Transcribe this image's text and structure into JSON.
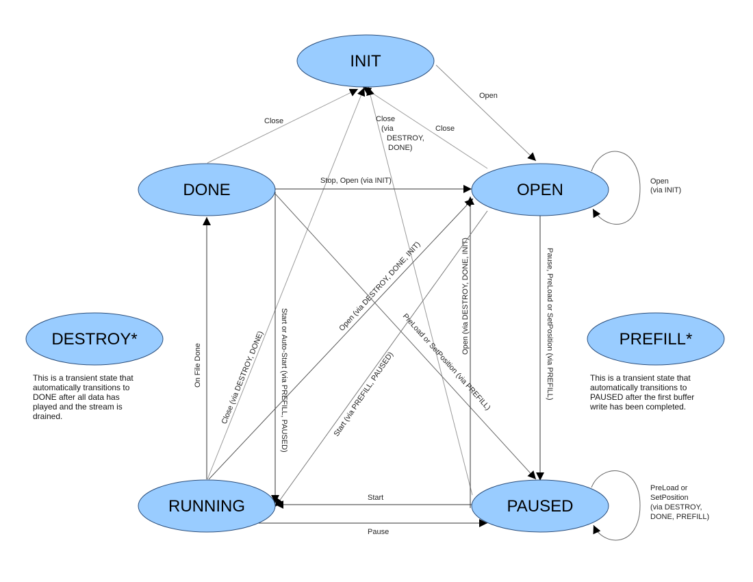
{
  "states": {
    "init": "INIT",
    "done": "DONE",
    "open": "OPEN",
    "running": "RUNNING",
    "paused": "PAUSED",
    "destroy": "DESTROY*",
    "prefill": "PREFILL*"
  },
  "transitions": {
    "init_open": "Open",
    "done_init": "Close",
    "open_init": "Close",
    "paused_init": [
      "Close",
      "(via",
      "DESTROY,",
      "DONE)"
    ],
    "done_open": "Stop, Open (via INIT)",
    "open_self": [
      "Open",
      "(via INIT)"
    ],
    "running_done": "On File Done",
    "running_init": "Close (via DESTROY, DONE)",
    "done_running": "Start or Auto-Start (via PREFILL, PAUSED)",
    "running_open": "Open (via DESTROY, DONE, INIT)",
    "done_paused": "PreLoad or SetPosition (via PREFILL)",
    "paused_open": "Open (via DESTROY, DONE, INIT)",
    "open_running": "Start (via PREFILL, PAUSED)",
    "open_paused": "Pause, PreLoad or SetPosition (via PREFILL)",
    "paused_running": "Start",
    "running_paused": "Pause",
    "paused_self": [
      "PreLoad or",
      "SetPosition",
      "(via DESTROY,",
      "DONE, PREFILL)"
    ]
  },
  "notes": {
    "destroy": "This is a transient state that\nautomatically transitions to\nDONE after all data has\nplayed and the stream is\ndrained.",
    "prefill": "This is a transient state that\nautomatically transitions to\nPAUSED after the first buffer\nwrite has been completed."
  },
  "colors": {
    "state_fill": "#99CCFF",
    "state_stroke": "#2a4d7a",
    "line": "#555555",
    "line_light": "#999999"
  }
}
